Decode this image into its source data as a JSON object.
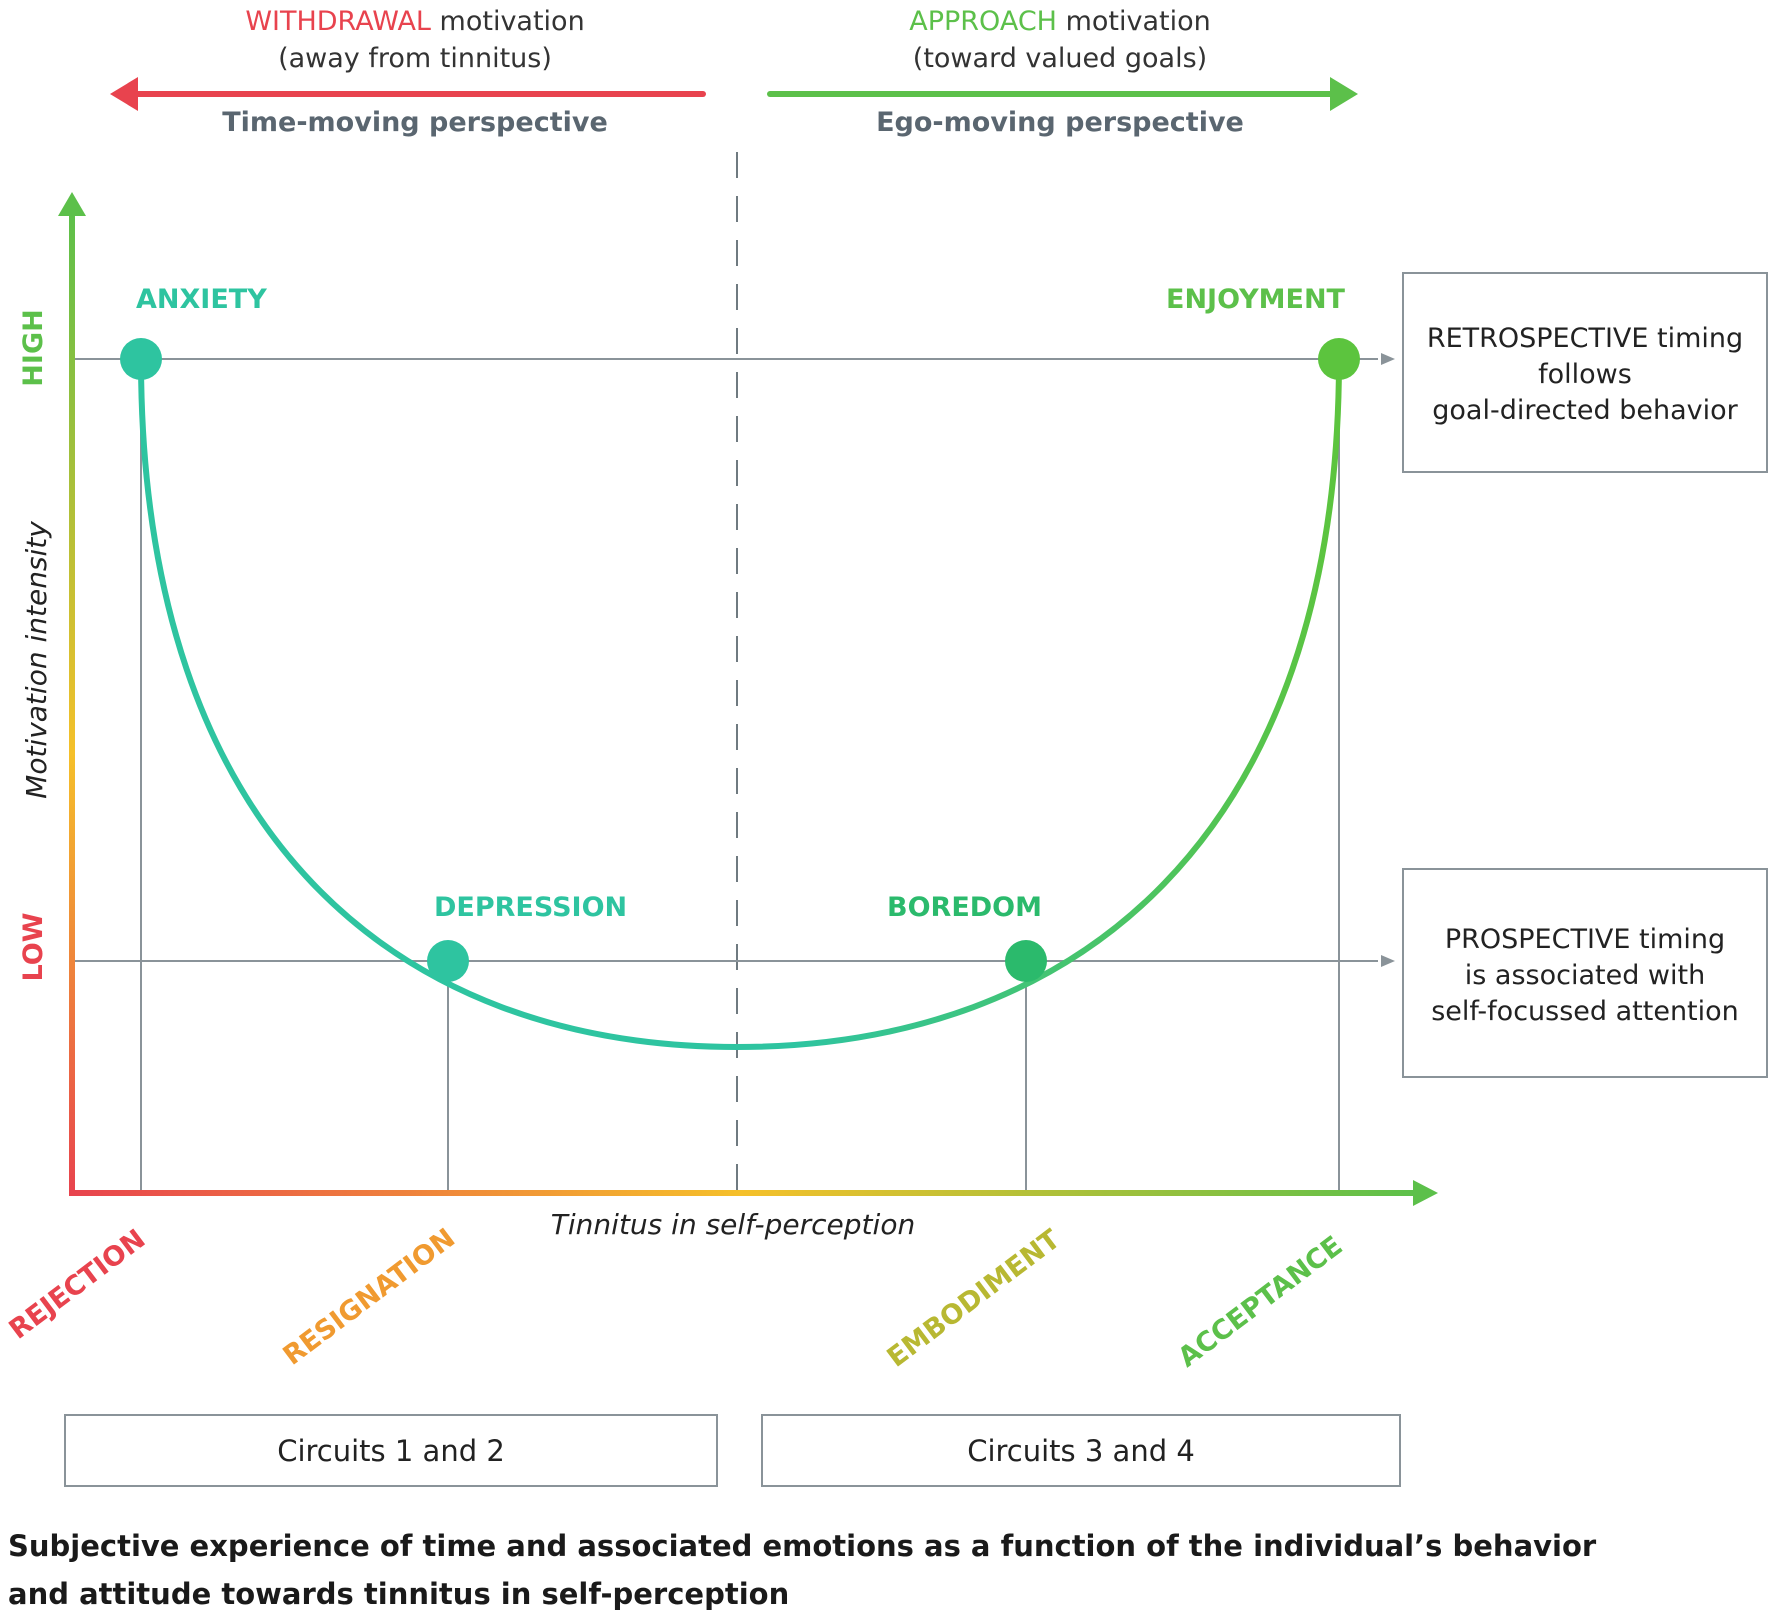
{
  "top": {
    "withdrawal": {
      "keyword": "WITHDRAWAL",
      "rest": " motivation",
      "sub": "(away from tinnitus)",
      "perspective": "Time-moving perspective"
    },
    "approach": {
      "keyword": "APPROACH",
      "rest": " motivation",
      "sub": "(toward valued goals)",
      "perspective": "Ego-moving perspective"
    }
  },
  "axes": {
    "y_label": "Motivation intensity",
    "y_high": "HIGH",
    "y_low": "LOW",
    "x_label": "Tinnitus in self-perception"
  },
  "x_categories": [
    "REJECTION",
    "RESIGNATION",
    "EMBODIMENT",
    "ACCEPTANCE"
  ],
  "emotions": {
    "anxiety": "ANXIETY",
    "depression": "DEPRESSION",
    "boredom": "BOREDOM",
    "enjoyment": "ENJOYMENT"
  },
  "side_boxes": {
    "retrospective": [
      "RETROSPECTIVE timing",
      "follows",
      "goal-directed behavior"
    ],
    "prospective": [
      "PROSPECTIVE timing",
      "is associated with",
      "self-focussed attention"
    ]
  },
  "circuits": {
    "left": "Circuits 1 and 2",
    "right": "Circuits 3 and 4"
  },
  "caption": {
    "line1": "Subjective experience of time and associated emotions as a function of the individual’s behavior",
    "line2": "and attitude towards tinnitus in self-perception"
  },
  "colors": {
    "withdrawal_red": "#e8434e",
    "approach_green": "#5cc04a",
    "teal": "#2ec4a0",
    "gray_text": "#5a6670",
    "line_gray": "#8a9399",
    "orange": "#f09a30",
    "olive": "#b8b832"
  }
}
